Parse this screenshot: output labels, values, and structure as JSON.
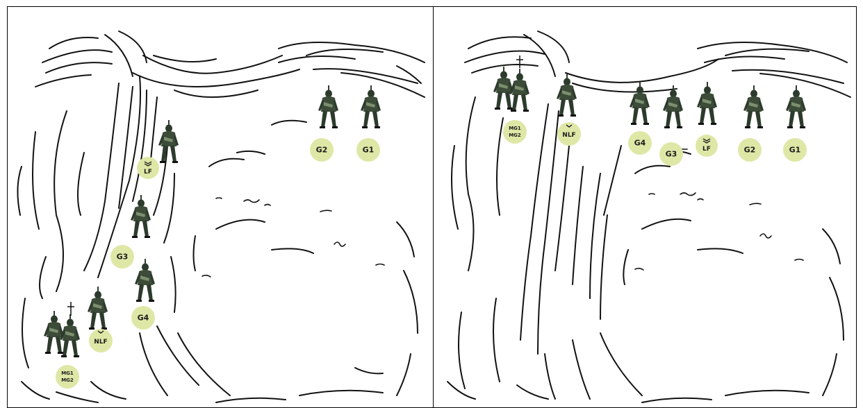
{
  "colors": {
    "ink": "#111111",
    "badge_fill": "#dfe7a6",
    "soldier_dark": "#2d3b2c",
    "soldier_mid": "#4c5f45",
    "soldier_light": "#7c8f6e"
  },
  "icons": {
    "rank": "chevron-rank-icon",
    "soldier": "soldier-figure-icon",
    "radio": "radio-antenna-icon"
  },
  "left": {
    "badges": {
      "g1": "G1",
      "g2": "G2",
      "g3": "G3",
      "g4": "G4",
      "lf": "LF",
      "nlf": "NLF",
      "mg_line1": "MG1",
      "mg_line2": "MG2"
    }
  },
  "right": {
    "badges": {
      "g1": "G1",
      "g2": "G2",
      "g3": "G3",
      "g4": "G4",
      "lf": "LF",
      "nlf": "NLF",
      "mg_line1": "MG1",
      "mg_line2": "MG2"
    }
  }
}
